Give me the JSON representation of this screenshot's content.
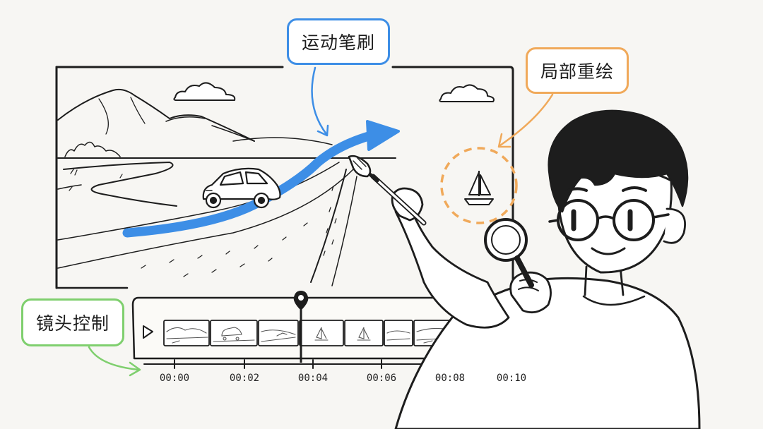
{
  "callouts": {
    "motion_brush": "运动笔刷",
    "inpaint": "局部重绘",
    "camera_control": "镜头控制"
  },
  "timeline": {
    "labels": [
      "00:00",
      "00:02",
      "00:04",
      "00:06",
      "00:08",
      "00:10"
    ],
    "playhead_time": "00:03.6"
  },
  "colors": {
    "motion_blue": "#3d8ee6",
    "inpaint_orange": "#f0a95a",
    "camera_green": "#7fcf6e",
    "ink": "#1d1d1d"
  },
  "icons": [
    "play-icon",
    "playhead-pin-icon",
    "paintbrush-icon",
    "magnifier-icon",
    "sailboat-icon",
    "car-icon",
    "cloud-icon"
  ]
}
